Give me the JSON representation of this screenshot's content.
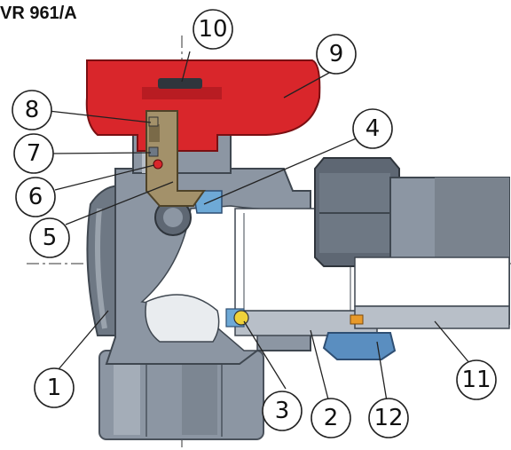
{
  "title": "VR 961/A",
  "callouts": [
    {
      "id": "1",
      "label": "1"
    },
    {
      "id": "2",
      "label": "2"
    },
    {
      "id": "3",
      "label": "3"
    },
    {
      "id": "4",
      "label": "4"
    },
    {
      "id": "5",
      "label": "5"
    },
    {
      "id": "6",
      "label": "6"
    },
    {
      "id": "7",
      "label": "7"
    },
    {
      "id": "8",
      "label": "8"
    },
    {
      "id": "9",
      "label": "9"
    },
    {
      "id": "10",
      "label": "10"
    },
    {
      "id": "11",
      "label": "11"
    },
    {
      "id": "12",
      "label": "12"
    }
  ],
  "colors": {
    "handle": "#d9262b",
    "body_gray": "#8c96a3",
    "body_light": "#c5ccd4",
    "body_dark": "#5e6773",
    "brass": "#a3916a",
    "seal_blue": "#6ea9d6",
    "nut_blue": "#5a8ec0",
    "washer_orange": "#e89a2a",
    "yellow": "#f0d23a"
  }
}
